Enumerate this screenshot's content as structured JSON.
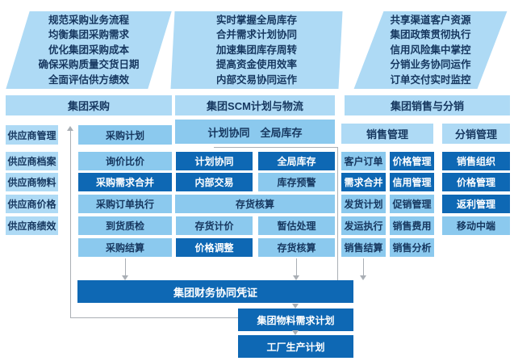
{
  "palette": {
    "pale_blue": "#AEDAF5",
    "sky_blue": "#8BC9EE",
    "dark_blue": "#0E68B4",
    "text_navy": "#16375F",
    "connector_gray": "#AAAFB5"
  },
  "banners": {
    "procurement_goals": [
      "规范采购业务流程",
      "均衡集团采购需求",
      "优化集团采购成本",
      "确保采购质量交货日期",
      "全面评估供方绩效"
    ],
    "scm_goals": [
      "实时掌握全局库存",
      "合并需求计划协同",
      "加速集团库存周转",
      "提高资金使用效率",
      "内部交易协同运作"
    ],
    "sales_goals": [
      "共享渠道客户资源",
      "集团政策贯彻执行",
      "信用风险集中掌控",
      "分销业务协同运作",
      "订单交付实时监控"
    ]
  },
  "headers": {
    "procurement": "集团采购",
    "scm": "集团SCM计划与物流",
    "sales": "集团销售与分销"
  },
  "procurement": {
    "supplier_modules": [
      "供应商管理",
      "供应商档案",
      "供应商物料",
      "供应商价格",
      "供应商绩效"
    ],
    "purchasing_modules": [
      "采购计划",
      "询价比价",
      "采购需求合并",
      "采购订单执行",
      "到货质检",
      "采购结算"
    ]
  },
  "scm": {
    "subtitle": "计划协同　全局库存",
    "plan_modules": [
      "计划协同",
      "全局库存",
      "内部交易",
      "库存预警"
    ],
    "inventory_group": "存货核算",
    "inventory_modules": [
      "存货计价",
      "暂估处理",
      "价格调整",
      "存货核算"
    ]
  },
  "sales": {
    "sales_group": "销售管理",
    "distribution_group": "分销管理",
    "sales_modules": [
      "客户订单",
      "价格管理",
      "需求合并",
      "信用管理",
      "发货计划",
      "促销管理",
      "发运执行",
      "销售费用",
      "销售结算",
      "销售分析"
    ],
    "distribution_modules": [
      "销售组织",
      "价格管理",
      "返利管理",
      "移动中端"
    ]
  },
  "bottom": {
    "finance": "集团财务协同凭证",
    "mrp": "集团物料需求计划",
    "production": "工厂生产计划"
  }
}
